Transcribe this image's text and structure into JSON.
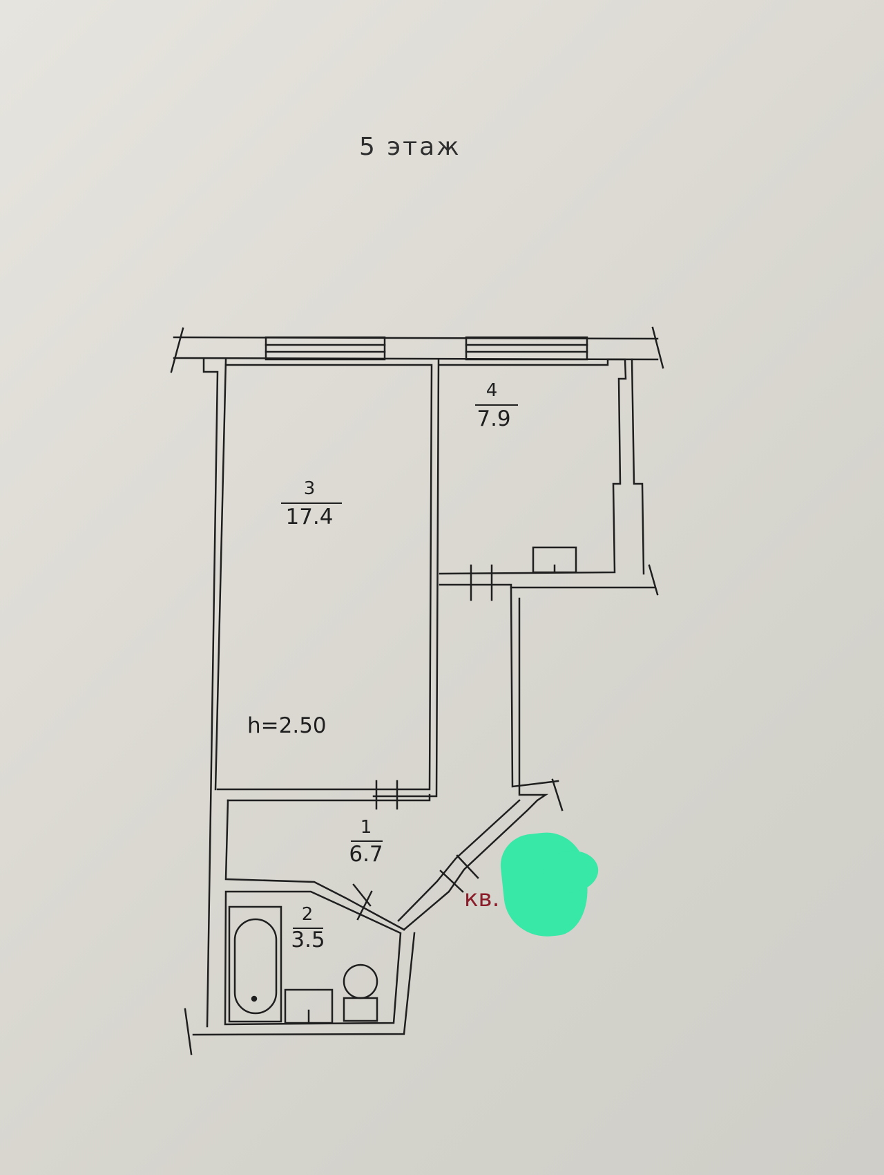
{
  "floor_title": "5  этаж",
  "rooms": [
    {
      "number": "3",
      "area": "17.4"
    },
    {
      "number": "4",
      "area": "7.9"
    },
    {
      "number": "1",
      "area": "6.7"
    },
    {
      "number": "2",
      "area": "3.5"
    }
  ],
  "ceiling_height": "h=2.50",
  "apartment_label": "кв.",
  "colors": {
    "paper": "#dcdad3",
    "ink": "#1f1f1f",
    "apartment_label": "#8b1c2a",
    "redaction_marker": "#37e8a6"
  }
}
